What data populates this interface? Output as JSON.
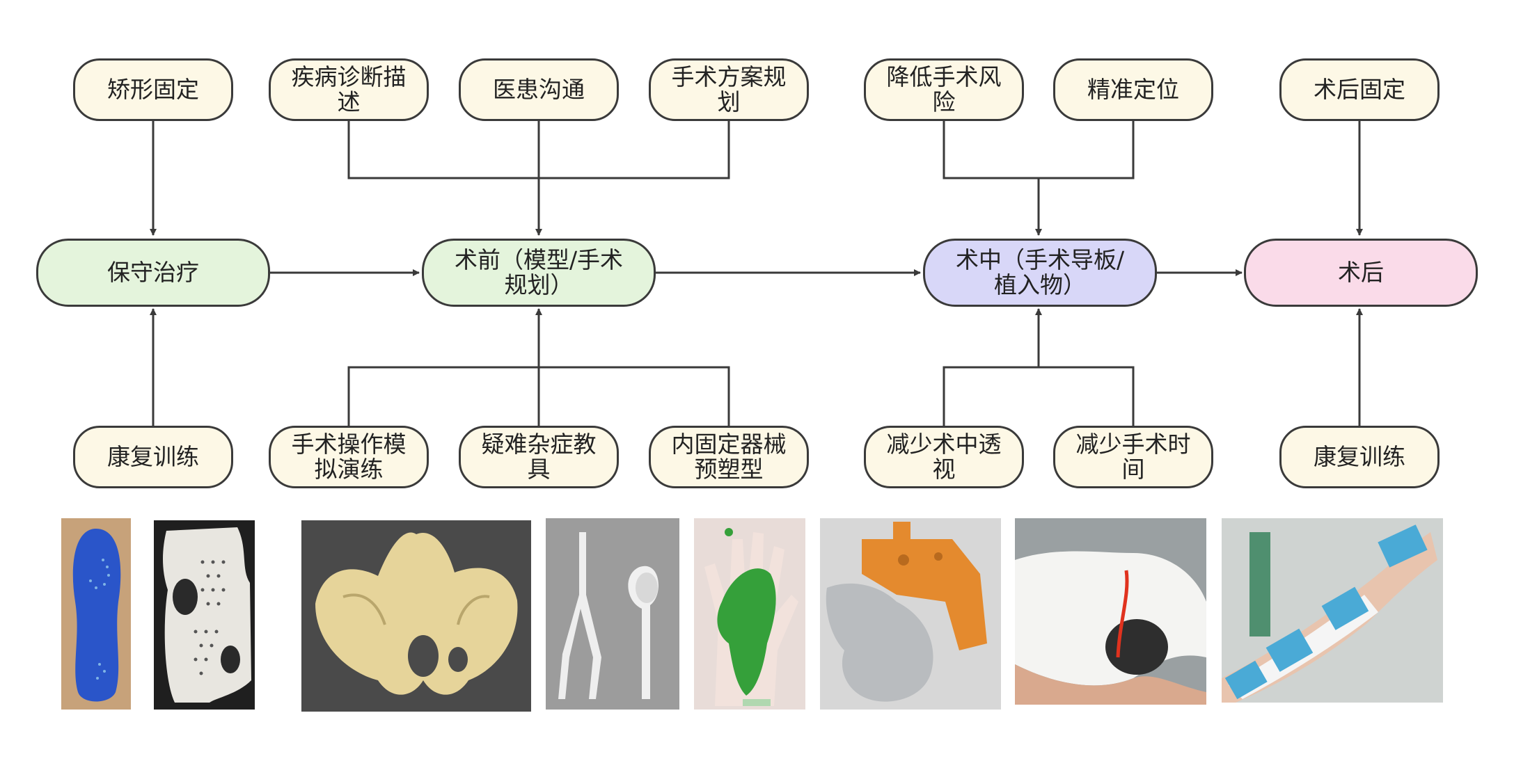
{
  "stages": {
    "conservative": "保守治疗",
    "preop": "术前（模型/手术规划）",
    "intraop": "术中（手术导板/植入物）",
    "postop": "术后"
  },
  "top_nodes": {
    "orthosis": "矫形固定",
    "diagnosis": "疾病诊断描述",
    "communication": "医患沟通",
    "surgical_planning": "手术方案规划",
    "reduce_risk": "降低手术风险",
    "precise_positioning": "精准定位",
    "postop_fixation": "术后固定"
  },
  "bottom_nodes": {
    "rehab_left": "康复训练",
    "surgery_simulation": "手术操作模拟演练",
    "teaching_aids": "疑难杂症教具",
    "preshaping": "内固定器械预塑型",
    "reduce_fluoroscopy": "减少术中透视",
    "reduce_time": "减少手术时间",
    "rehab_right": "康复训练"
  },
  "colors": {
    "small_box": "#fdf8e6",
    "conservative": "#e4f4dc",
    "preop": "#e4f4dc",
    "intraop": "#d8d7f8",
    "postop": "#fadbe9",
    "line": "#3a3a3a"
  },
  "photos": [
    "insole-photo",
    "brace-photo",
    "pelvis-model-photo",
    "vessel-model-photo",
    "hand-model-photo",
    "surgical-guide-photo",
    "implant-photo",
    "wrist-splint-photo"
  ]
}
